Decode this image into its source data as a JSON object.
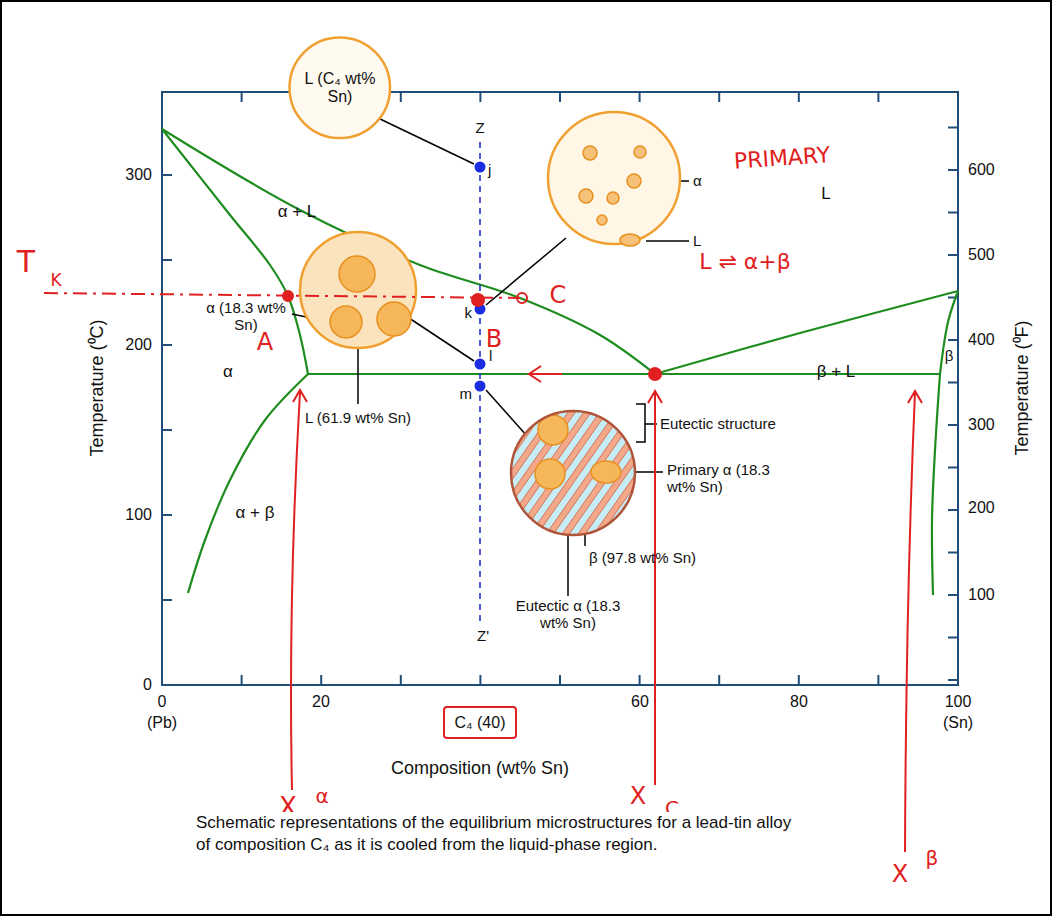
{
  "diagram": {
    "caption": "Schematic representations of the equilibrium microstructures for a lead-tin alloy of composition C₄ as it is cooled from the liquid-phase region.",
    "nodes": [
      {
        "text": [
          "L (C₄ wt% Sn)"
        ]
      }
    ],
    "labels": [
      "300",
      "200",
      "100",
      "0",
      "600",
      "500",
      "400",
      "300",
      "200",
      "100",
      "0",
      "20",
      "60",
      "80",
      "100",
      "(Pb)",
      "C₄ (40)",
      "(Sn)",
      "Temperature (⁰C)",
      "Temperature (⁰F)",
      "Composition (wt% Sn)",
      "L",
      "α + L",
      "α",
      "α + β",
      "β + L",
      "β",
      "Z",
      "j",
      "k",
      "l",
      "m",
      "Z'",
      "α",
      "L",
      "α (18.3 wt% Sn)",
      "L (61.9 wt% Sn)",
      "Eutectic structure",
      "Primary α (18.3 wt% Sn)",
      "β (97.8 wt% Sn)",
      "Eutectic α (18.3 wt% Sn)",
      "PRIMARY",
      "T",
      "K",
      "A",
      "B",
      "C",
      "L ⇌ α+β",
      "X",
      "α",
      "X",
      "C",
      "X",
      "β"
    ]
  }
}
